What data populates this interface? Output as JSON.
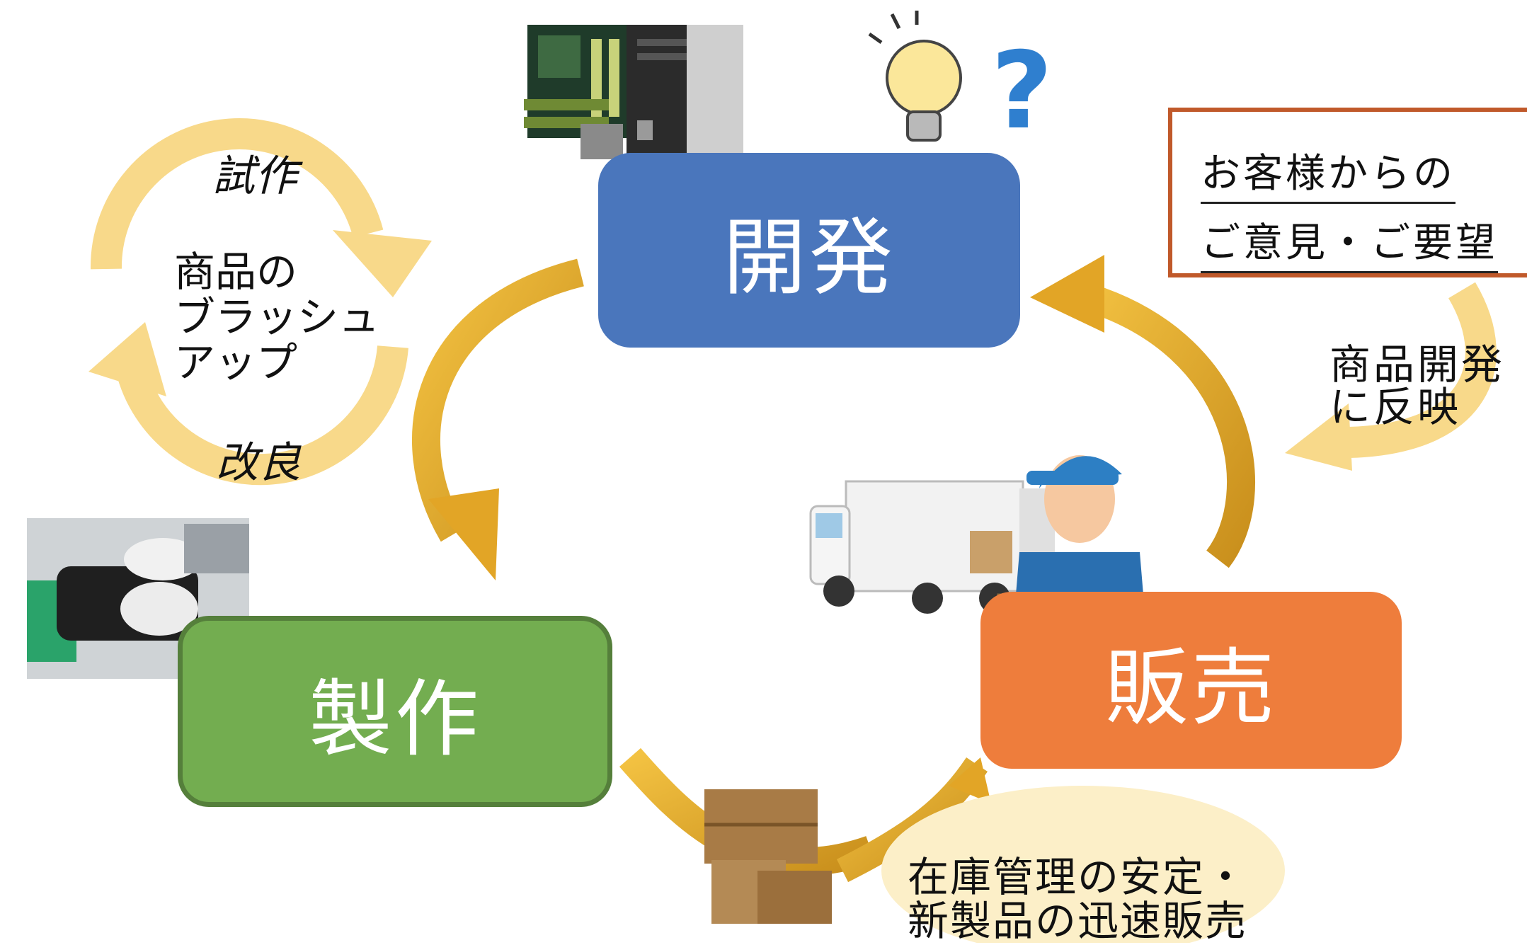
{
  "stages": {
    "development": "開発",
    "manufacturing": "製作",
    "sales": "販売"
  },
  "cycle": {
    "center": "商品の\nブラッシュ\nアップ",
    "trial": "試作",
    "improve": "改良"
  },
  "customer": {
    "line1": "お客様からの",
    "line2": "ご意見・ご要望"
  },
  "feedback": "商品開発\nに反映",
  "stock": "在庫管理の安定・\n新製品の迅速販売",
  "colors": {
    "development": "#4a76bc",
    "manufacturing": "#73ad50",
    "sales": "#ee7d3c",
    "arrow": "#d9a52a",
    "cycle_arrow": "#f8d98a",
    "bubble": "#fcefc8",
    "customer_border": "#c0592a"
  },
  "icons": [
    "computer-parts-icon",
    "lightbulb-icon",
    "question-mark-icon",
    "grinder-tool-icon",
    "delivery-truck-icon",
    "delivery-worker-icon",
    "cardboard-boxes-icon"
  ]
}
